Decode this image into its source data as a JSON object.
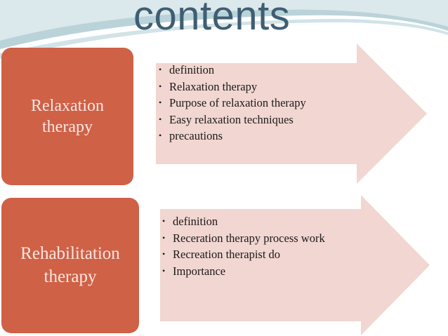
{
  "slide": {
    "title": "contents",
    "sections": [
      {
        "heading_lines": [
          "Relaxation",
          "therapy"
        ],
        "items": [
          "definition",
          "Relaxation therapy",
          "Purpose of relaxation therapy",
          "Easy relaxation techniques",
          "precautions"
        ]
      },
      {
        "heading_lines": [
          "Rehabilitation",
          "therapy"
        ],
        "items": [
          "definition",
          "Receration therapy process work",
          "Recreation therapist do",
          "Importance"
        ]
      }
    ]
  },
  "colors": {
    "heading_box": "#cf6147",
    "arrow_fill": "#f2d6d1",
    "title_text": "#3f5e73",
    "swoosh": "#b9d3d9"
  }
}
